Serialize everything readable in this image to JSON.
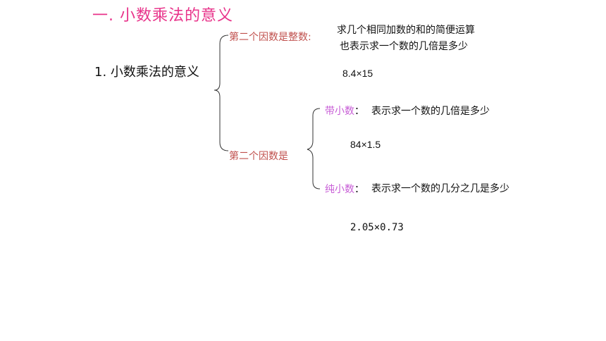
{
  "title": "一. 小数乘法的意义",
  "main_topic": "1. 小数乘法的意义",
  "integer_case": {
    "label": "第二个因数是整数",
    "separator": ":",
    "meaning_sum": "求几个相同加数的和的简便运算",
    "meaning_times": "也表示求一个数的几倍是多少",
    "example": "8.4×15"
  },
  "decimal_case": {
    "label": "第二个因数是",
    "mixed": {
      "label": "带小数",
      "separator": "：",
      "meaning": "表示求一个数的几倍是多少",
      "example": "84×1.5"
    },
    "pure": {
      "label": "纯小数",
      "separator": "：",
      "meaning": "表示求一个数的几分之几是多少",
      "example": "2.05×0.73"
    }
  },
  "colors": {
    "title": "#e8338a",
    "case_label": "#c0504d",
    "sub_label": "#c75cd6",
    "text": "#111111"
  }
}
